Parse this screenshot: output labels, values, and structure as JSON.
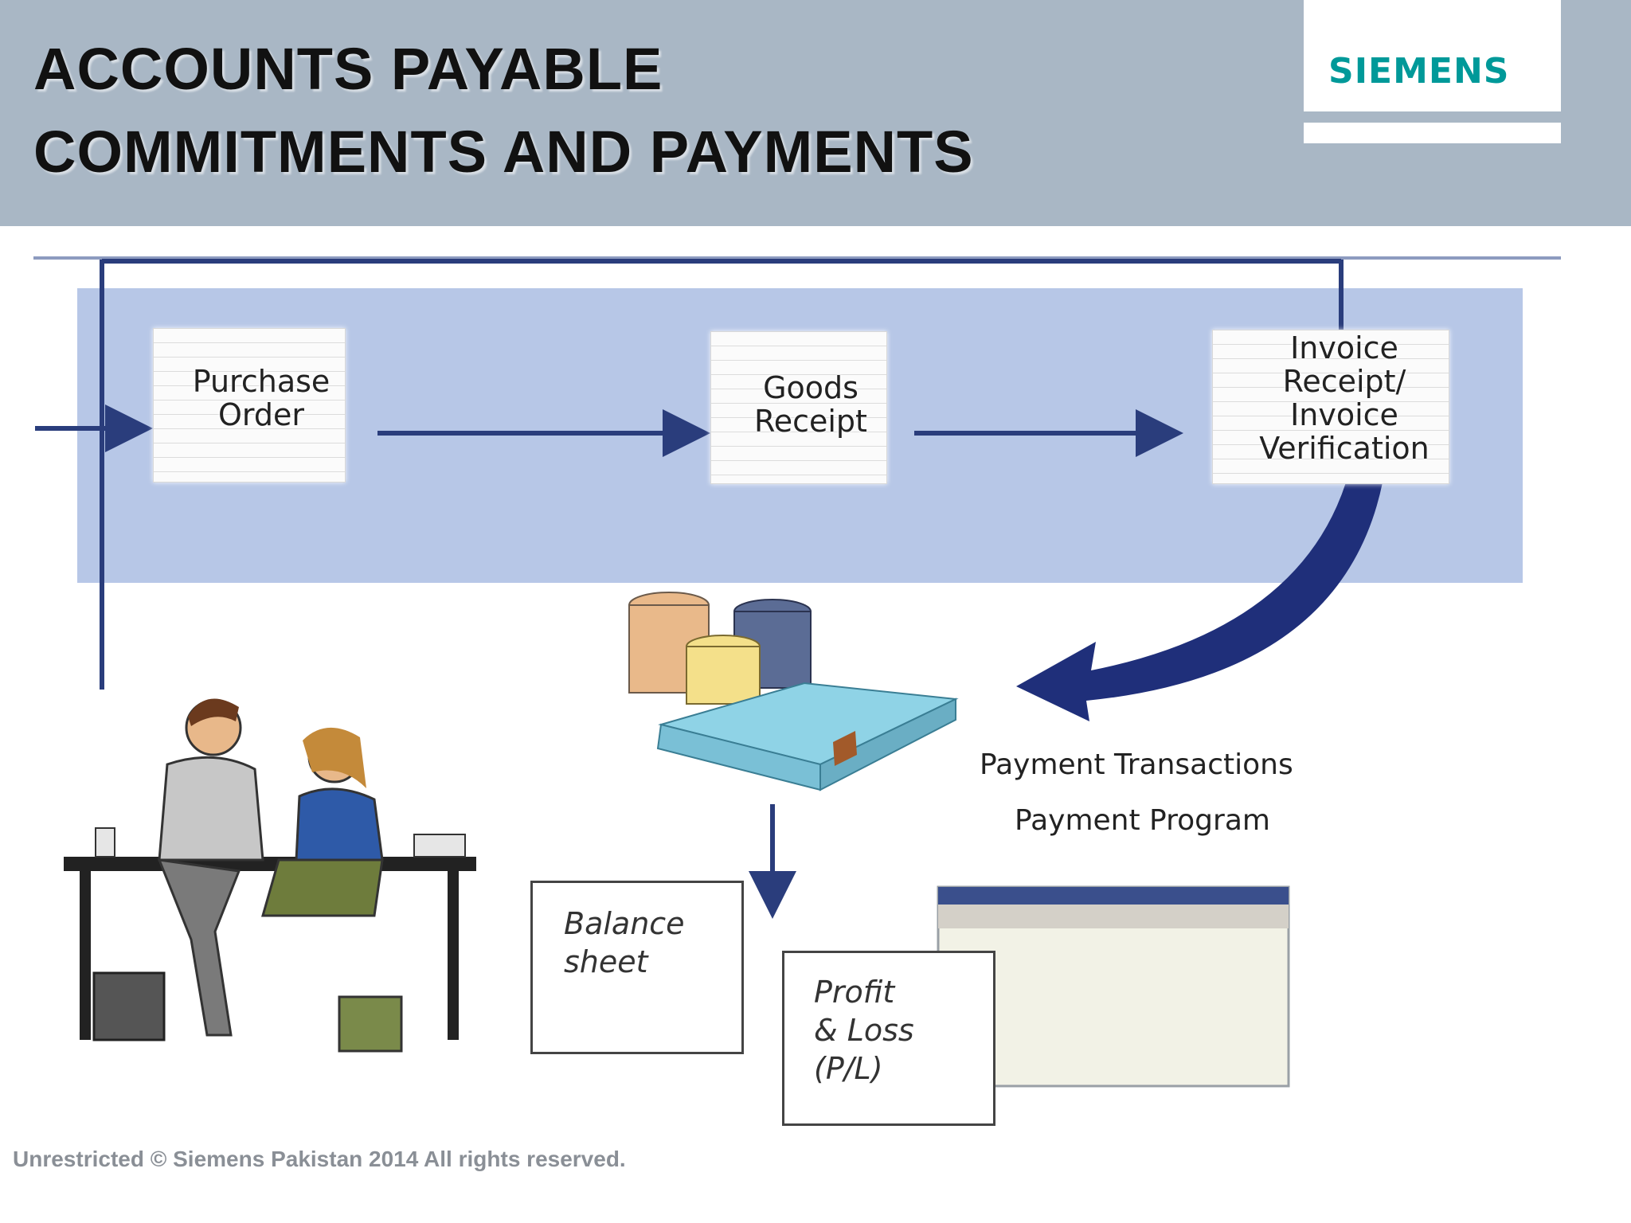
{
  "header": {
    "title_line1": "ACCOUNTS PAYABLE",
    "title_line2": "COMMITMENTS AND PAYMENTS",
    "logo": "SIEMENS"
  },
  "flow": {
    "steps": [
      {
        "label_lines": [
          "Purchase",
          "Order"
        ]
      },
      {
        "label_lines": [
          "Goods",
          "Receipt"
        ]
      },
      {
        "label_lines": [
          "Invoice",
          "Receipt/",
          "Invoice",
          "Verification"
        ]
      }
    ]
  },
  "payment": {
    "line1": "Payment Transactions",
    "line2": "Payment Program"
  },
  "outputs": {
    "balance_sheet_lines": [
      "Balance",
      "sheet"
    ],
    "pl_lines": [
      "Profit",
      "& Loss",
      "(P/L)"
    ]
  },
  "colors": {
    "header_bg": "#a9b7c5",
    "band": "#b7c7e7",
    "arrow": "#2a3d7c",
    "brand": "#009999"
  },
  "footer": {
    "copyright": "Unrestricted © Siemens Pakistan 2014 All rights reserved."
  }
}
